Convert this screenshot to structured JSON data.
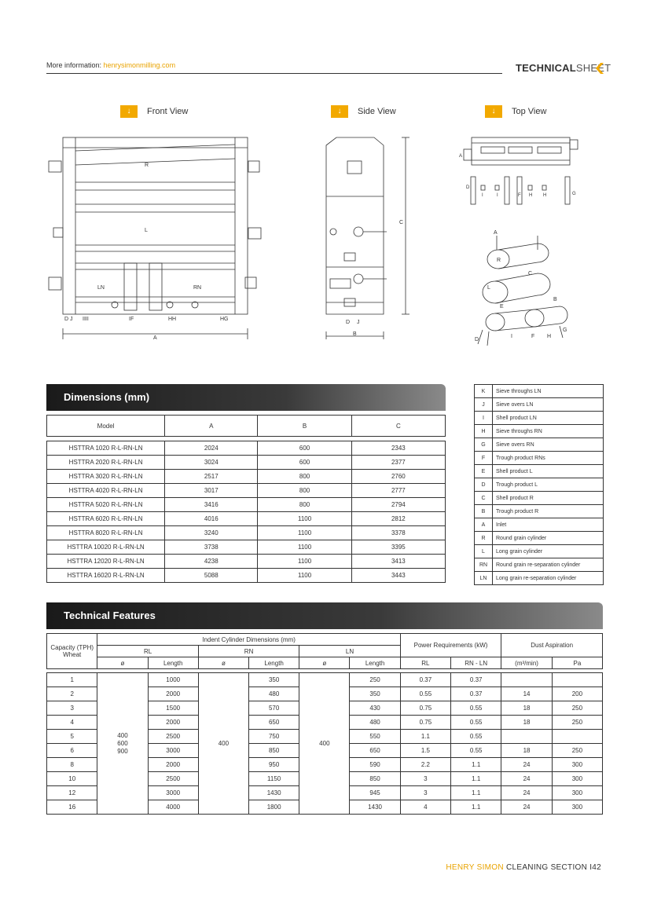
{
  "header": {
    "info_label": "More information: ",
    "info_link": "henrysimonmilling.com",
    "tech_bold": "TECHNICAL",
    "tech_thin": "SHEET"
  },
  "views": {
    "front": "Front View",
    "side": "Side View",
    "top": "Top View"
  },
  "drawing_labels": {
    "front": {
      "R": "R",
      "L": "L",
      "LN": "LN",
      "RN": "RN",
      "D": "D",
      "J": "J",
      "IIII": "IIII",
      "IF": "IF",
      "HH": "HH",
      "HG": "HG",
      "A": "A"
    },
    "side": {
      "C": "C",
      "D": "D",
      "J": "J",
      "B": "B"
    },
    "top": {
      "A": "A",
      "D": "D",
      "I1": "I",
      "I2": "I",
      "F": "F",
      "H1": "H",
      "H2": "H",
      "G": "G"
    },
    "schematic": {
      "A": "A",
      "R": "R",
      "C": "C",
      "L": "L",
      "E": "E",
      "B": "B",
      "D": "D",
      "I": "I",
      "F": "F",
      "H": "H",
      "G": "G"
    }
  },
  "dimensions": {
    "title": "Dimensions (mm)",
    "headers": [
      "Model",
      "A",
      "B",
      "C"
    ],
    "rows": [
      [
        "HSTTRA 1020 R-L-RN-LN",
        "2024",
        "600",
        "2343"
      ],
      [
        "HSTTRA 2020 R-L-RN-LN",
        "3024",
        "600",
        "2377"
      ],
      [
        "HSTTRA 3020 R-L-RN-LN",
        "2517",
        "800",
        "2760"
      ],
      [
        "HSTTRA 4020 R-L-RN-LN",
        "3017",
        "800",
        "2777"
      ],
      [
        "HSTTRA 5020 R-L-RN-LN",
        "3416",
        "800",
        "2794"
      ],
      [
        "HSTTRA 6020 R-L-RN-LN",
        "4016",
        "1100",
        "2812"
      ],
      [
        "HSTTRA 8020 R-L-RN-LN",
        "3240",
        "1100",
        "3378"
      ],
      [
        "HSTTRA 10020 R-L-RN-LN",
        "3738",
        "1100",
        "3395"
      ],
      [
        "HSTTRA 12020 R-L-RN-LN",
        "4238",
        "1100",
        "3413"
      ],
      [
        "HSTTRA 16020 R-L-RN-LN",
        "5088",
        "1100",
        "3443"
      ]
    ]
  },
  "legend": [
    [
      "K",
      "Sieve throughs LN"
    ],
    [
      "J",
      "Sieve overs LN"
    ],
    [
      "I",
      "Shell product LN"
    ],
    [
      "H",
      "Sieve throughs RN"
    ],
    [
      "G",
      "Sieve overs RN"
    ],
    [
      "F",
      "Trough product RNs"
    ],
    [
      "E",
      "Shell product L"
    ],
    [
      "D",
      "Trough product L"
    ],
    [
      "C",
      "Shell product R"
    ],
    [
      "B",
      "Trough product R"
    ],
    [
      "A",
      "Inlet"
    ],
    [
      "R",
      "Round grain cylinder"
    ],
    [
      "L",
      "Long grain cylinder"
    ],
    [
      "RN",
      "Round grain re-separation cylinder"
    ],
    [
      "LN",
      "Long grain re-separation cylinder"
    ]
  ],
  "features": {
    "title": "Technical Features",
    "capacity_label": "Capacity (TPH) Wheat",
    "indent_label": "Indent Cylinder Dimensions (mm)",
    "power_label": "Power Requirements (kW)",
    "dust_label": "Dust Aspiration",
    "groups": [
      "RL",
      "RN",
      "LN"
    ],
    "sub": [
      "ø",
      "Length",
      "ø",
      "Length",
      "ø",
      "Length",
      "RL",
      "RN - LN",
      "(m³/min)",
      "Pa"
    ],
    "rl_dia": "400\n600\n900",
    "rn_dia": "400",
    "ln_dia": "400",
    "rows": [
      [
        "1",
        "1000",
        "350",
        "250",
        "0.37",
        "0.37",
        "",
        ""
      ],
      [
        "2",
        "2000",
        "480",
        "350",
        "0.55",
        "0.37",
        "14",
        "200"
      ],
      [
        "3",
        "1500",
        "570",
        "430",
        "0.75",
        "0.55",
        "18",
        "250"
      ],
      [
        "4",
        "2000",
        "650",
        "480",
        "0.75",
        "0.55",
        "18",
        "250"
      ],
      [
        "5",
        "2500",
        "750",
        "550",
        "1.1",
        "0.55",
        "",
        ""
      ],
      [
        "6",
        "3000",
        "850",
        "650",
        "1.5",
        "0.55",
        "18",
        "250"
      ],
      [
        "8",
        "2000",
        "950",
        "590",
        "2.2",
        "1.1",
        "24",
        "300"
      ],
      [
        "10",
        "2500",
        "1150",
        "850",
        "3",
        "1.1",
        "24",
        "300"
      ],
      [
        "12",
        "3000",
        "1430",
        "945",
        "3",
        "1.1",
        "24",
        "300"
      ],
      [
        "16",
        "4000",
        "1800",
        "1430",
        "4",
        "1.1",
        "24",
        "300"
      ]
    ]
  },
  "footer": {
    "brand": "HENRY SIMON",
    "section": " CLEANING SECTION I42"
  }
}
